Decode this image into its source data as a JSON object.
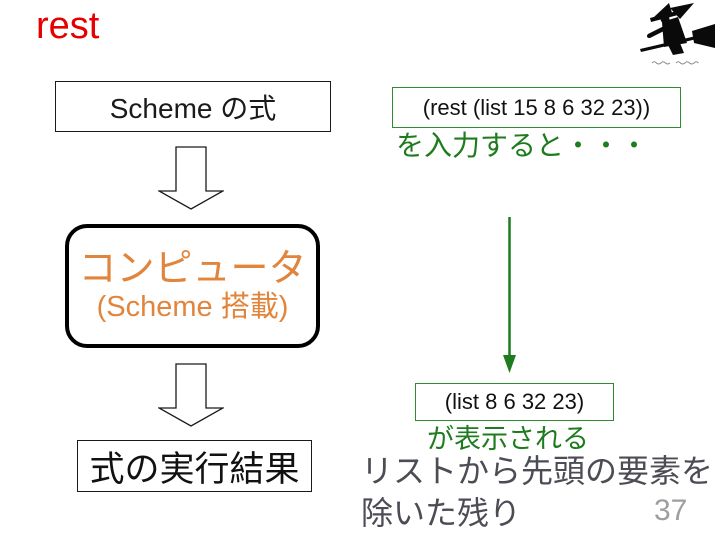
{
  "slide": {
    "title": "rest",
    "page_number": "37"
  },
  "colors": {
    "title_red": "#e60000",
    "accent_orange": "#e2853c",
    "green_text": "#1e7b1e",
    "green_border": "#2e8b2e",
    "note_gray": "#4c4c54",
    "page_gray": "#9e9e9e"
  },
  "left_flow": {
    "input_box_label": "Scheme の式",
    "computer_title": "コンピュータ",
    "computer_subtitle": "(Scheme 搭載)",
    "result_box_label": "式の実行結果"
  },
  "right_flow": {
    "input_expression": "(rest (list 15 8 6 32 23))",
    "input_caption": "を入力すると・・・",
    "output_expression": "(list 8 6 32 23)",
    "output_caption": "が表示される",
    "note_line1": "リストから先頭の要素を",
    "note_line2": "除いた残り"
  },
  "icons": {
    "witch": "witch-on-broom",
    "flow_arrow": "hollow-down-block-arrow",
    "result_arrow": "thin-green-down-arrow"
  }
}
